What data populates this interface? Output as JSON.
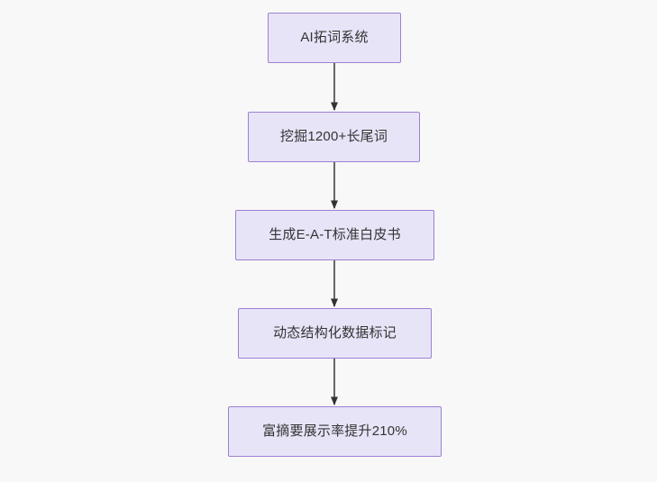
{
  "diagram": {
    "type": "flowchart",
    "direction": "top-to-bottom",
    "background_color": "#f8f8f8",
    "node_fill_color": "#e8e4f8",
    "node_border_color": "#9d7fd4",
    "node_text_color": "#333333",
    "edge_color": "#666666",
    "arrowhead_color": "#333333",
    "nodes": [
      {
        "id": "n1",
        "label": "AI拓词系统"
      },
      {
        "id": "n2",
        "label": "挖掘1200+长尾词"
      },
      {
        "id": "n3",
        "label": "生成E-A-T标准白皮书"
      },
      {
        "id": "n4",
        "label": "动态结构化数据标记"
      },
      {
        "id": "n5",
        "label": "富摘要展示率提升210%"
      }
    ],
    "edges": [
      {
        "id": "e1",
        "from": "n1",
        "to": "n2",
        "label": ""
      },
      {
        "id": "e2",
        "from": "n2",
        "to": "n3",
        "label": ""
      },
      {
        "id": "e3",
        "from": "n3",
        "to": "n4",
        "label": ""
      },
      {
        "id": "e4",
        "from": "n4",
        "to": "n5",
        "label": ""
      }
    ]
  }
}
